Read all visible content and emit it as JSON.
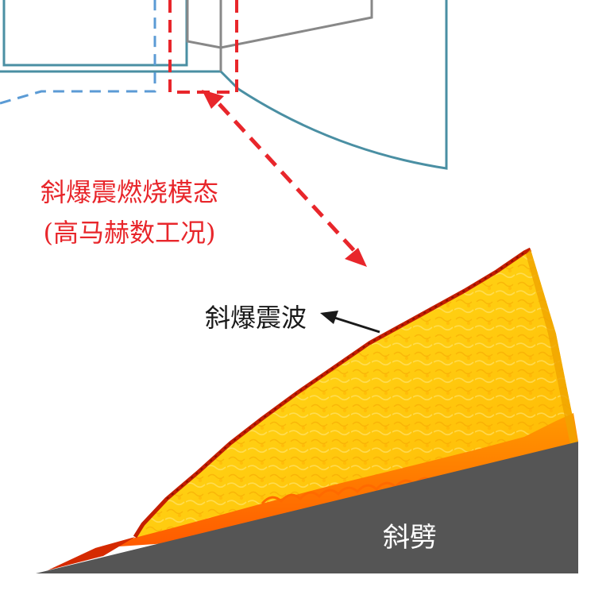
{
  "labels": {
    "mode_title": "斜爆震燃烧模态",
    "mode_subtitle": "(高马赫数工况)",
    "wave_label": "斜爆震波",
    "wedge_label": "斜劈"
  },
  "colors": {
    "mode_text": "#e8262b",
    "black_text": "#1a1a1a",
    "wedge_fill": "#555555",
    "wedge_text": "#ffffff",
    "engine_teal": "#4a8fa3",
    "engine_gray": "#888888",
    "engine_blue_dashed": "#5b9bd5",
    "red_dashed": "#e8262b",
    "flame_yellow": "#ffd21a",
    "flame_orange": "#ff7a00",
    "flame_red": "#c41e00"
  }
}
